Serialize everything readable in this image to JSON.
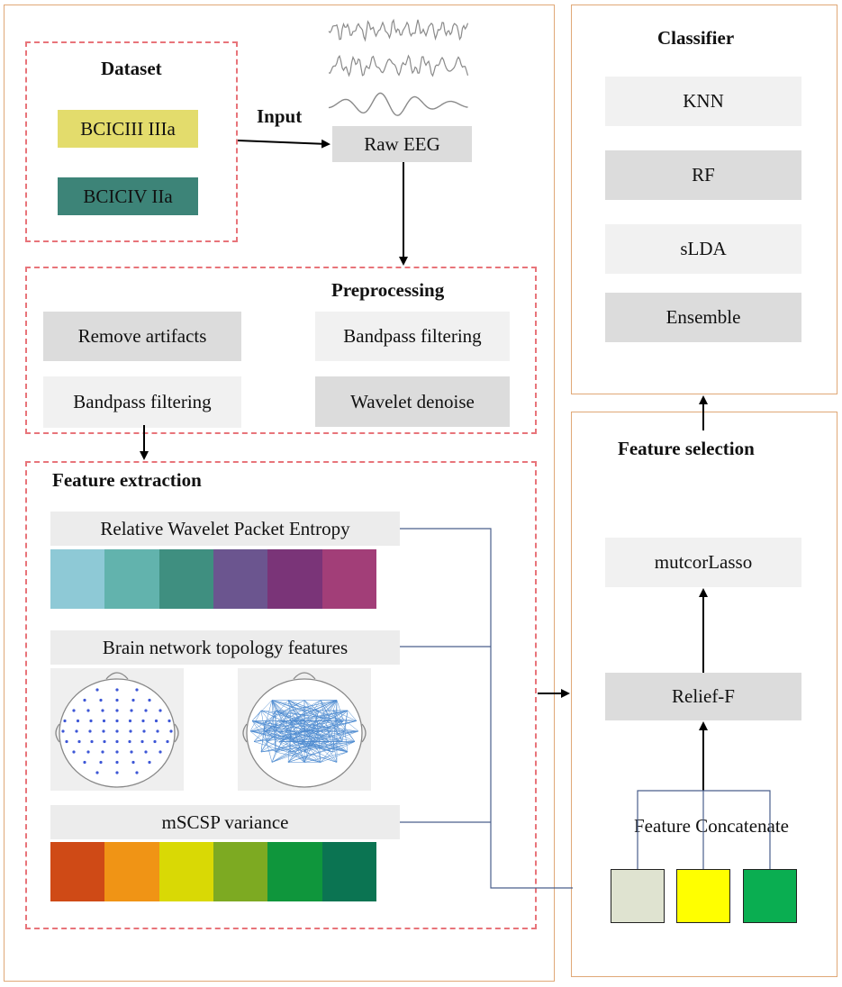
{
  "dataset": {
    "title": "Dataset",
    "items": [
      {
        "label": "BCICIII IIIa",
        "color": "#e3dc6c"
      },
      {
        "label": "BCICIV IIa",
        "color": "#3d8478"
      }
    ]
  },
  "input_label": "Input",
  "raw_eeg": "Raw EEG",
  "preprocessing": {
    "title": "Preprocessing",
    "items": [
      "Remove artifacts",
      "Bandpass filtering",
      "Bandpass filtering",
      "Wavelet denoise"
    ]
  },
  "feature_extraction": {
    "title": "Feature extraction",
    "rwpe": {
      "label": "Relative Wavelet Packet Entropy",
      "colors": [
        "#8ec9d6",
        "#62b3ad",
        "#3f8f80",
        "#6b558f",
        "#7a3478",
        "#a23e78"
      ]
    },
    "brain_network": {
      "label": "Brain network topology features"
    },
    "mscsp": {
      "label": "mSCSP variance",
      "colors": [
        "#cf4a16",
        "#f09415",
        "#d9d905",
        "#7daa22",
        "#0f963c",
        "#0b7452"
      ]
    }
  },
  "classifier": {
    "title": "Classifier",
    "items": [
      "KNN",
      "RF",
      "sLDA",
      "Ensemble"
    ]
  },
  "feature_selection": {
    "title": "Feature selection",
    "mutcor": "mutcorLasso",
    "relief": "Relief-F",
    "concat": "Feature Concatenate",
    "concat_colors": [
      "#dfe3d0",
      "#ffff00",
      "#0aae51"
    ]
  }
}
